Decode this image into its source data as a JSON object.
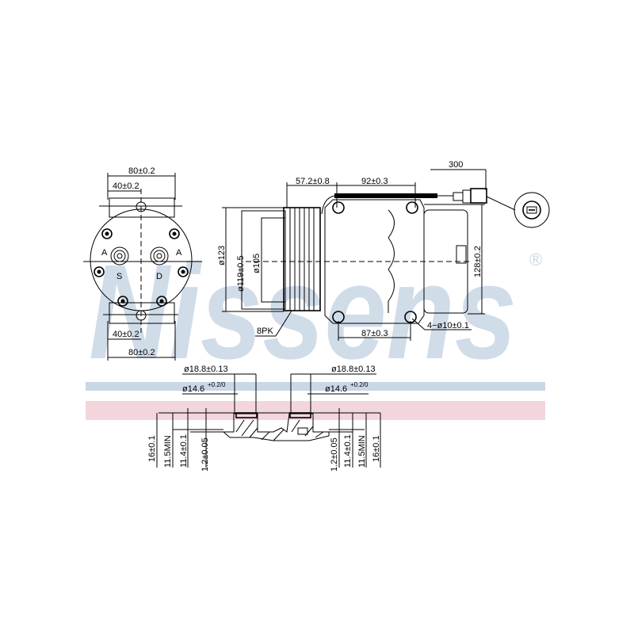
{
  "watermark": {
    "brand": "Nissens",
    "registered": "®",
    "colors": {
      "blue": "#c9d7e6",
      "pink": "#f3d6dc"
    }
  },
  "front_view": {
    "top_width": "80±0.2",
    "top_half": "40±0.2",
    "bottom_half": "40±0.2",
    "bottom_width": "80±0.2",
    "port_suction": "S",
    "port_discharge": "D",
    "section_left": "A",
    "section_right": "A"
  },
  "side_view": {
    "d123": "ø123",
    "d119": "ø119±0.5",
    "d105": "ø105",
    "pulley": "8PK",
    "clutch_offset": "57.2±0.8",
    "mount_span_top": "92±0.3",
    "cable_length": "300",
    "height": "128±0.2",
    "mount_span_bottom": "87±0.3",
    "mount_holes": "4−ø10±0.1"
  },
  "section_view": {
    "left_outer_dia": "ø18.8±0.13",
    "left_inner_dia": "ø14.6",
    "left_inner_tol": "+0.2/0",
    "right_outer_dia": "ø18.8±0.13",
    "right_inner_dia": "ø14.6",
    "right_inner_tol": "+0.2/0",
    "left_dims": [
      "16±0.1",
      "11.5MIN",
      "11.4±0.1",
      "1.2±0.05"
    ],
    "right_dims": [
      "1.2±0.05",
      "11.4±0.1",
      "11.5MIN",
      "16±0.1"
    ]
  }
}
